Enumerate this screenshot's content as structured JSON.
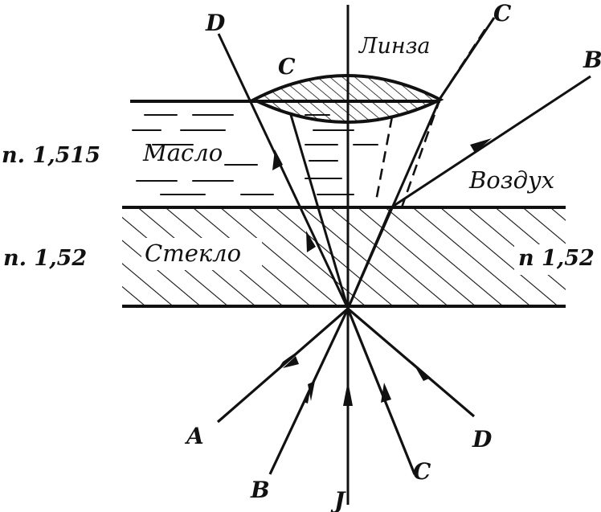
{
  "labels": {
    "lens": "Линза",
    "oil": "Масло",
    "air": "Воздух",
    "glass": "Стекло",
    "n_oil": "п. 1,515",
    "n_glass_left": "п. 1,52",
    "n_glass_right": "п 1,52",
    "ray_a": "A",
    "ray_b_bottom": "B",
    "ray_j": "J",
    "ray_c_bottom": "C",
    "ray_d_bottom": "D",
    "ray_d_top": "D",
    "ray_c_top": "C",
    "ray_b_top": "B",
    "ray_c_lens": "C"
  }
}
